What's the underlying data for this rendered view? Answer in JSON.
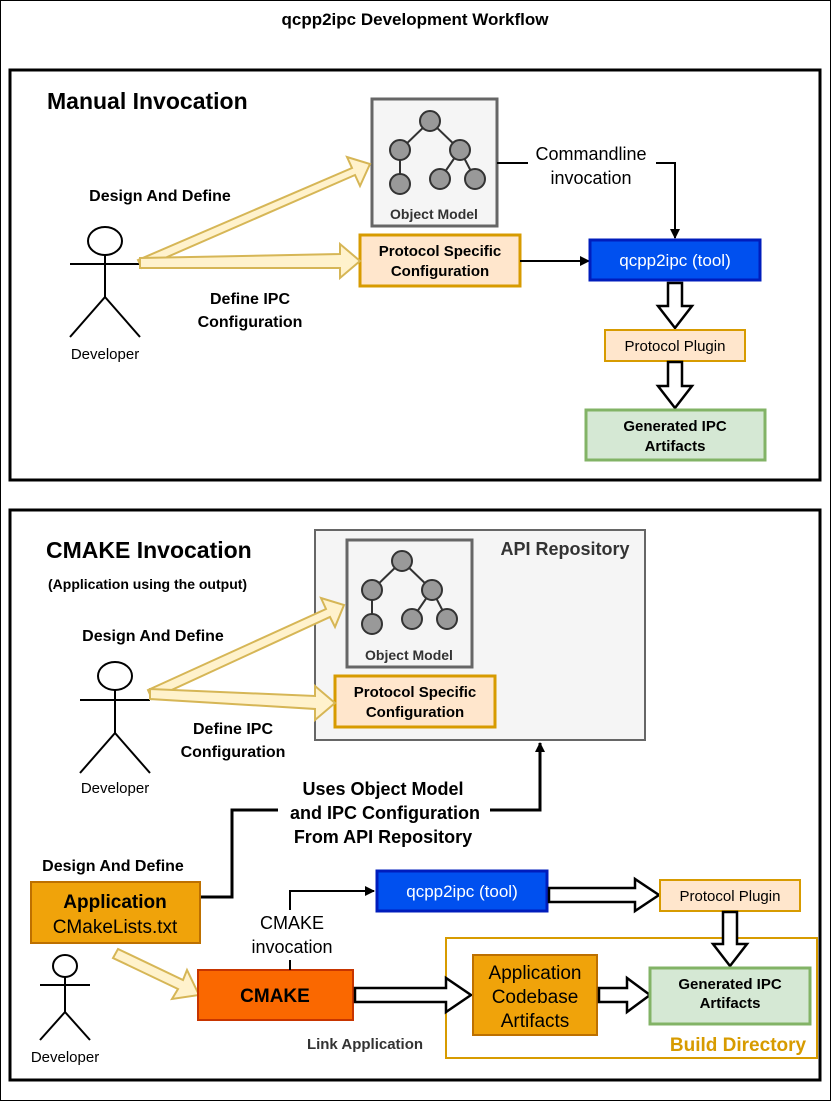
{
  "title": "qcpp2ipc Development Workflow",
  "manual": {
    "heading": "Manual Invocation",
    "design_label": "Design And Define",
    "define_ipc_line1": "Define IPC",
    "define_ipc_line2": "Configuration",
    "developer_label": "Developer",
    "object_model": "Object Model",
    "protocol_config_line1": "Protocol Specific",
    "protocol_config_line2": "Configuration",
    "commandline_line1": "Commandline",
    "commandline_line2": "invocation",
    "tool": "qcpp2ipc (tool)",
    "plugin": "Protocol Plugin",
    "artifacts_line1": "Generated IPC",
    "artifacts_line2": "Artifacts"
  },
  "cmake": {
    "heading": "CMAKE Invocation",
    "subheading": "(Application using the output)",
    "api_repo": "API Repository",
    "design_label": "Design And Define",
    "define_ipc_line1": "Define IPC",
    "define_ipc_line2": "Configuration",
    "developer_label": "Developer",
    "object_model": "Object Model",
    "protocol_config_line1": "Protocol Specific",
    "protocol_config_line2": "Configuration",
    "uses_line1": "Uses Object Model",
    "uses_line2": "and IPC Configuration",
    "uses_line3": "From API Repository",
    "design_label2": "Design And Define",
    "app_line1": "Application",
    "app_line2": "CMakeLists.txt",
    "developer_label2": "Developer",
    "tool": "qcpp2ipc (tool)",
    "plugin": "Protocol Plugin",
    "cmake_invocation_line1": "CMAKE",
    "cmake_invocation_line2": "invocation",
    "cmake_box": "CMAKE",
    "link_app": "Link Application",
    "codebase_line1": "Application",
    "codebase_line2": "Codebase",
    "codebase_line3": "Artifacts",
    "artifacts_line1": "Generated IPC",
    "artifacts_line2": "Artifacts",
    "build_dir": "Build Directory"
  },
  "colors": {
    "tool_fill": "#0050ef",
    "cmake_fill": "#fa6800",
    "app_fill": "#f0a30a",
    "config_fill": "#ffe6cc",
    "config_stroke": "#d79b00",
    "artifact_fill": "#d5e8d4",
    "artifact_stroke": "#82b366",
    "fat_arrow_fill": "#fff2cc",
    "fat_arrow_stroke": "#d6b656",
    "build_dir_color": "#d79b00"
  }
}
